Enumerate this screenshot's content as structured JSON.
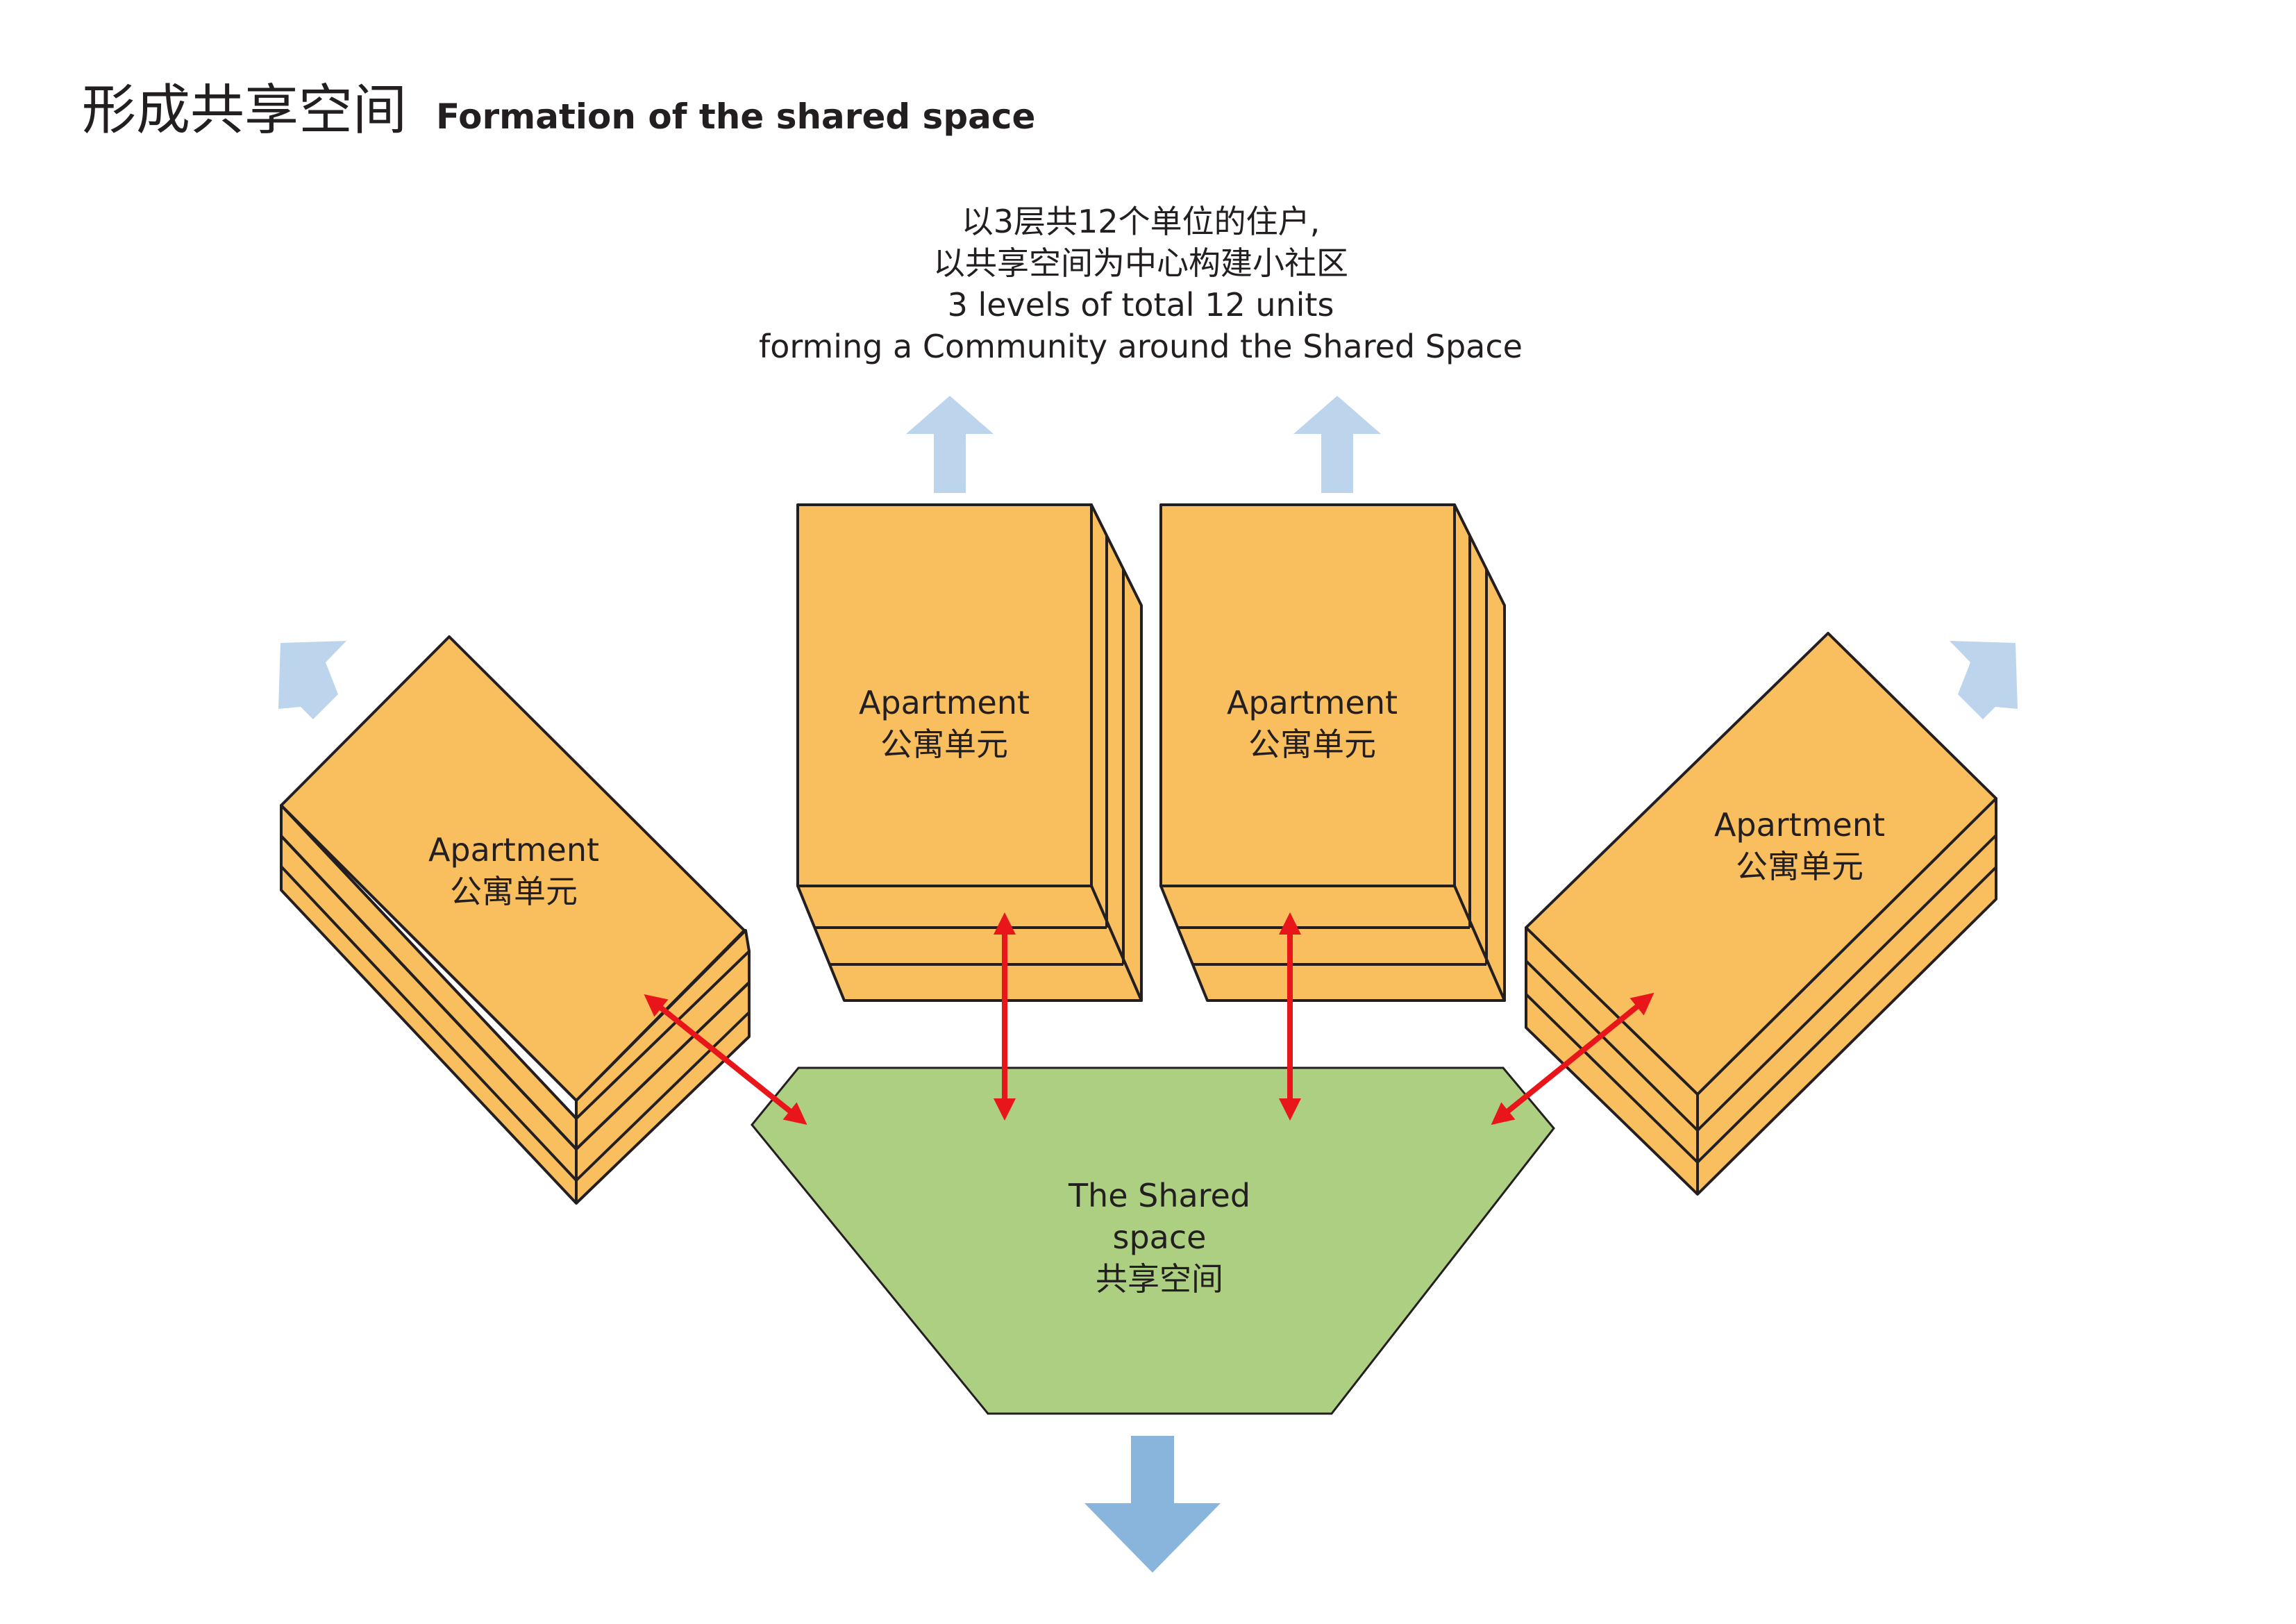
{
  "title": {
    "zh": "形成共享空间",
    "en": "Formation of the shared space"
  },
  "caption": {
    "line1": "以3层共12个单位的住户,",
    "line2": "以共享空间为中心构建小社区",
    "line3": "3 levels of total 12 units",
    "line4": "forming a Community around the Shared Space"
  },
  "apartments": [
    {
      "id": "left",
      "label_en": "Apartment",
      "label_zh": "公寓单元"
    },
    {
      "id": "center-left",
      "label_en": "Apartment",
      "label_zh": "公寓单元"
    },
    {
      "id": "center-right",
      "label_en": "Apartment",
      "label_zh": "公寓单元"
    },
    {
      "id": "right",
      "label_en": "Apartment",
      "label_zh": "公寓单元"
    }
  ],
  "shared_space": {
    "line1": "The Shared",
    "line2": "space",
    "line3": "共享空间"
  },
  "colors": {
    "apartment_fill": "#F9BE5E",
    "shared_fill": "#ADCF82",
    "outline": "#231F20",
    "connector": "#E8151B",
    "light_arrow": "#BDD5EC",
    "dark_arrow": "#89B4DB",
    "text": "#231F20"
  }
}
